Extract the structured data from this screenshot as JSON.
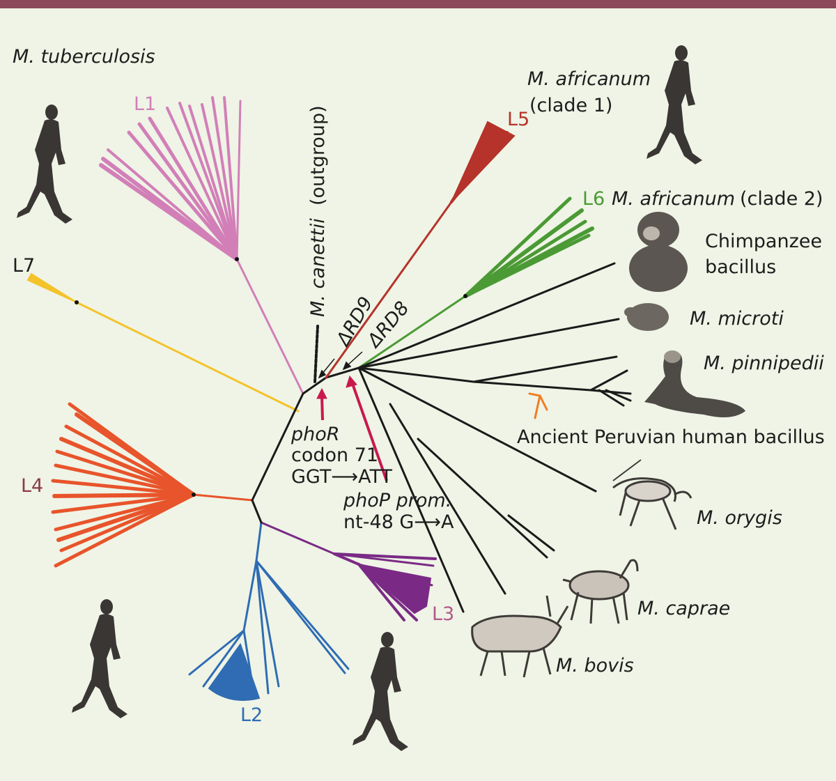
{
  "labels": {
    "tuberculosis": "M. tuberculosis",
    "L1": "L1",
    "L2": "L2",
    "L3": "L3",
    "L4": "L4",
    "L5": "L5",
    "L6": "L6",
    "L7": "L7",
    "canettii": "M. canettii",
    "outgroup": "(outgroup)",
    "rd9": "ΔRD9",
    "rd8": "ΔRD8",
    "africanum1_name": "M. africanum",
    "africanum1_clade": "(clade 1)",
    "africanum2_name": "M. africanum",
    "africanum2_clade": "(clade 2)",
    "chimp_line1": "Chimpanzee",
    "chimp_line2": "bacillus",
    "microti": "M. microti",
    "pinnipedii": "M. pinnipedii",
    "peruvian": "Ancient Peruvian human bacillus",
    "orygis": "M. orygis",
    "caprae": "M. caprae",
    "bovis": "M. bovis",
    "phoR_gene": "phoR",
    "phoR_codon": "codon 71",
    "phoR_change": "GGT⟶ATT",
    "phoP_gene": "phoP prom.",
    "phoP_change": "nt-48 G⟶A"
  },
  "colors": {
    "L1": "#d27fb8",
    "L2": "#2f6cb3",
    "L3": "#7a2a85",
    "L4": "#e8542b",
    "L5": "#b5332a",
    "L6": "#4b9a35",
    "L7": "#f4c32a",
    "animal": "#1a1a1a",
    "mutation": "#c8194d",
    "peruvian": "#f07d22",
    "background": "#eff4e6",
    "topbar": "#8b4a5a"
  },
  "icons": [
    "human-silhouette",
    "chimpanzee",
    "vole",
    "sea-lion",
    "oryx",
    "goat",
    "cattle"
  ]
}
